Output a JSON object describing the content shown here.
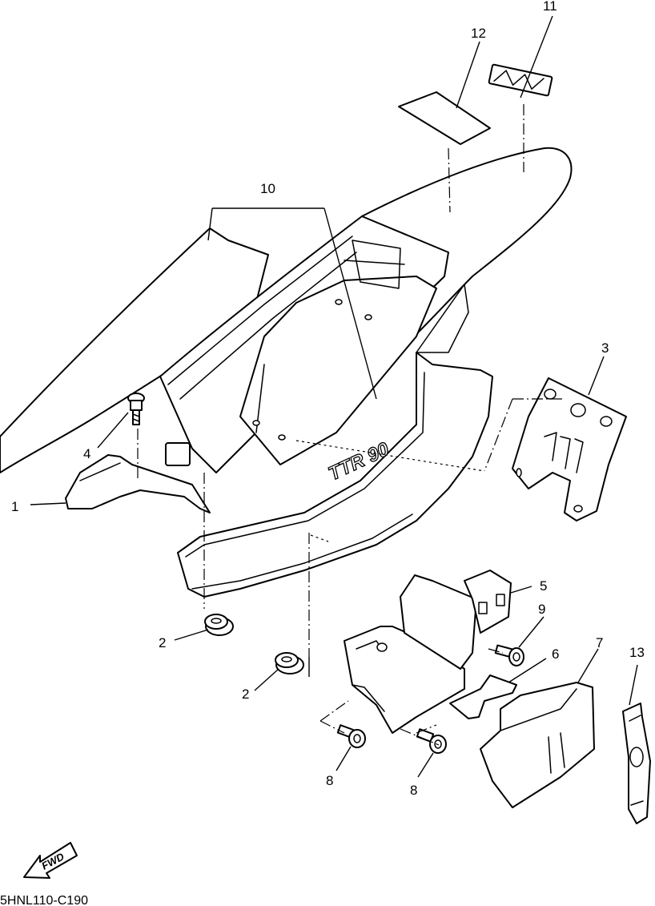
{
  "diagram_code": "5HNL110-C190",
  "fwd_label": "FWD",
  "stripe_text": "TTR 90",
  "callouts": {
    "c1": "1",
    "c2a": "2",
    "c2b": "2",
    "c3": "3",
    "c4": "4",
    "c5": "5",
    "c6": "6",
    "c7": "7",
    "c8a": "8",
    "c8b": "8",
    "c9": "9",
    "c10": "10",
    "c11": "11",
    "c12": "12",
    "c13": "13"
  }
}
